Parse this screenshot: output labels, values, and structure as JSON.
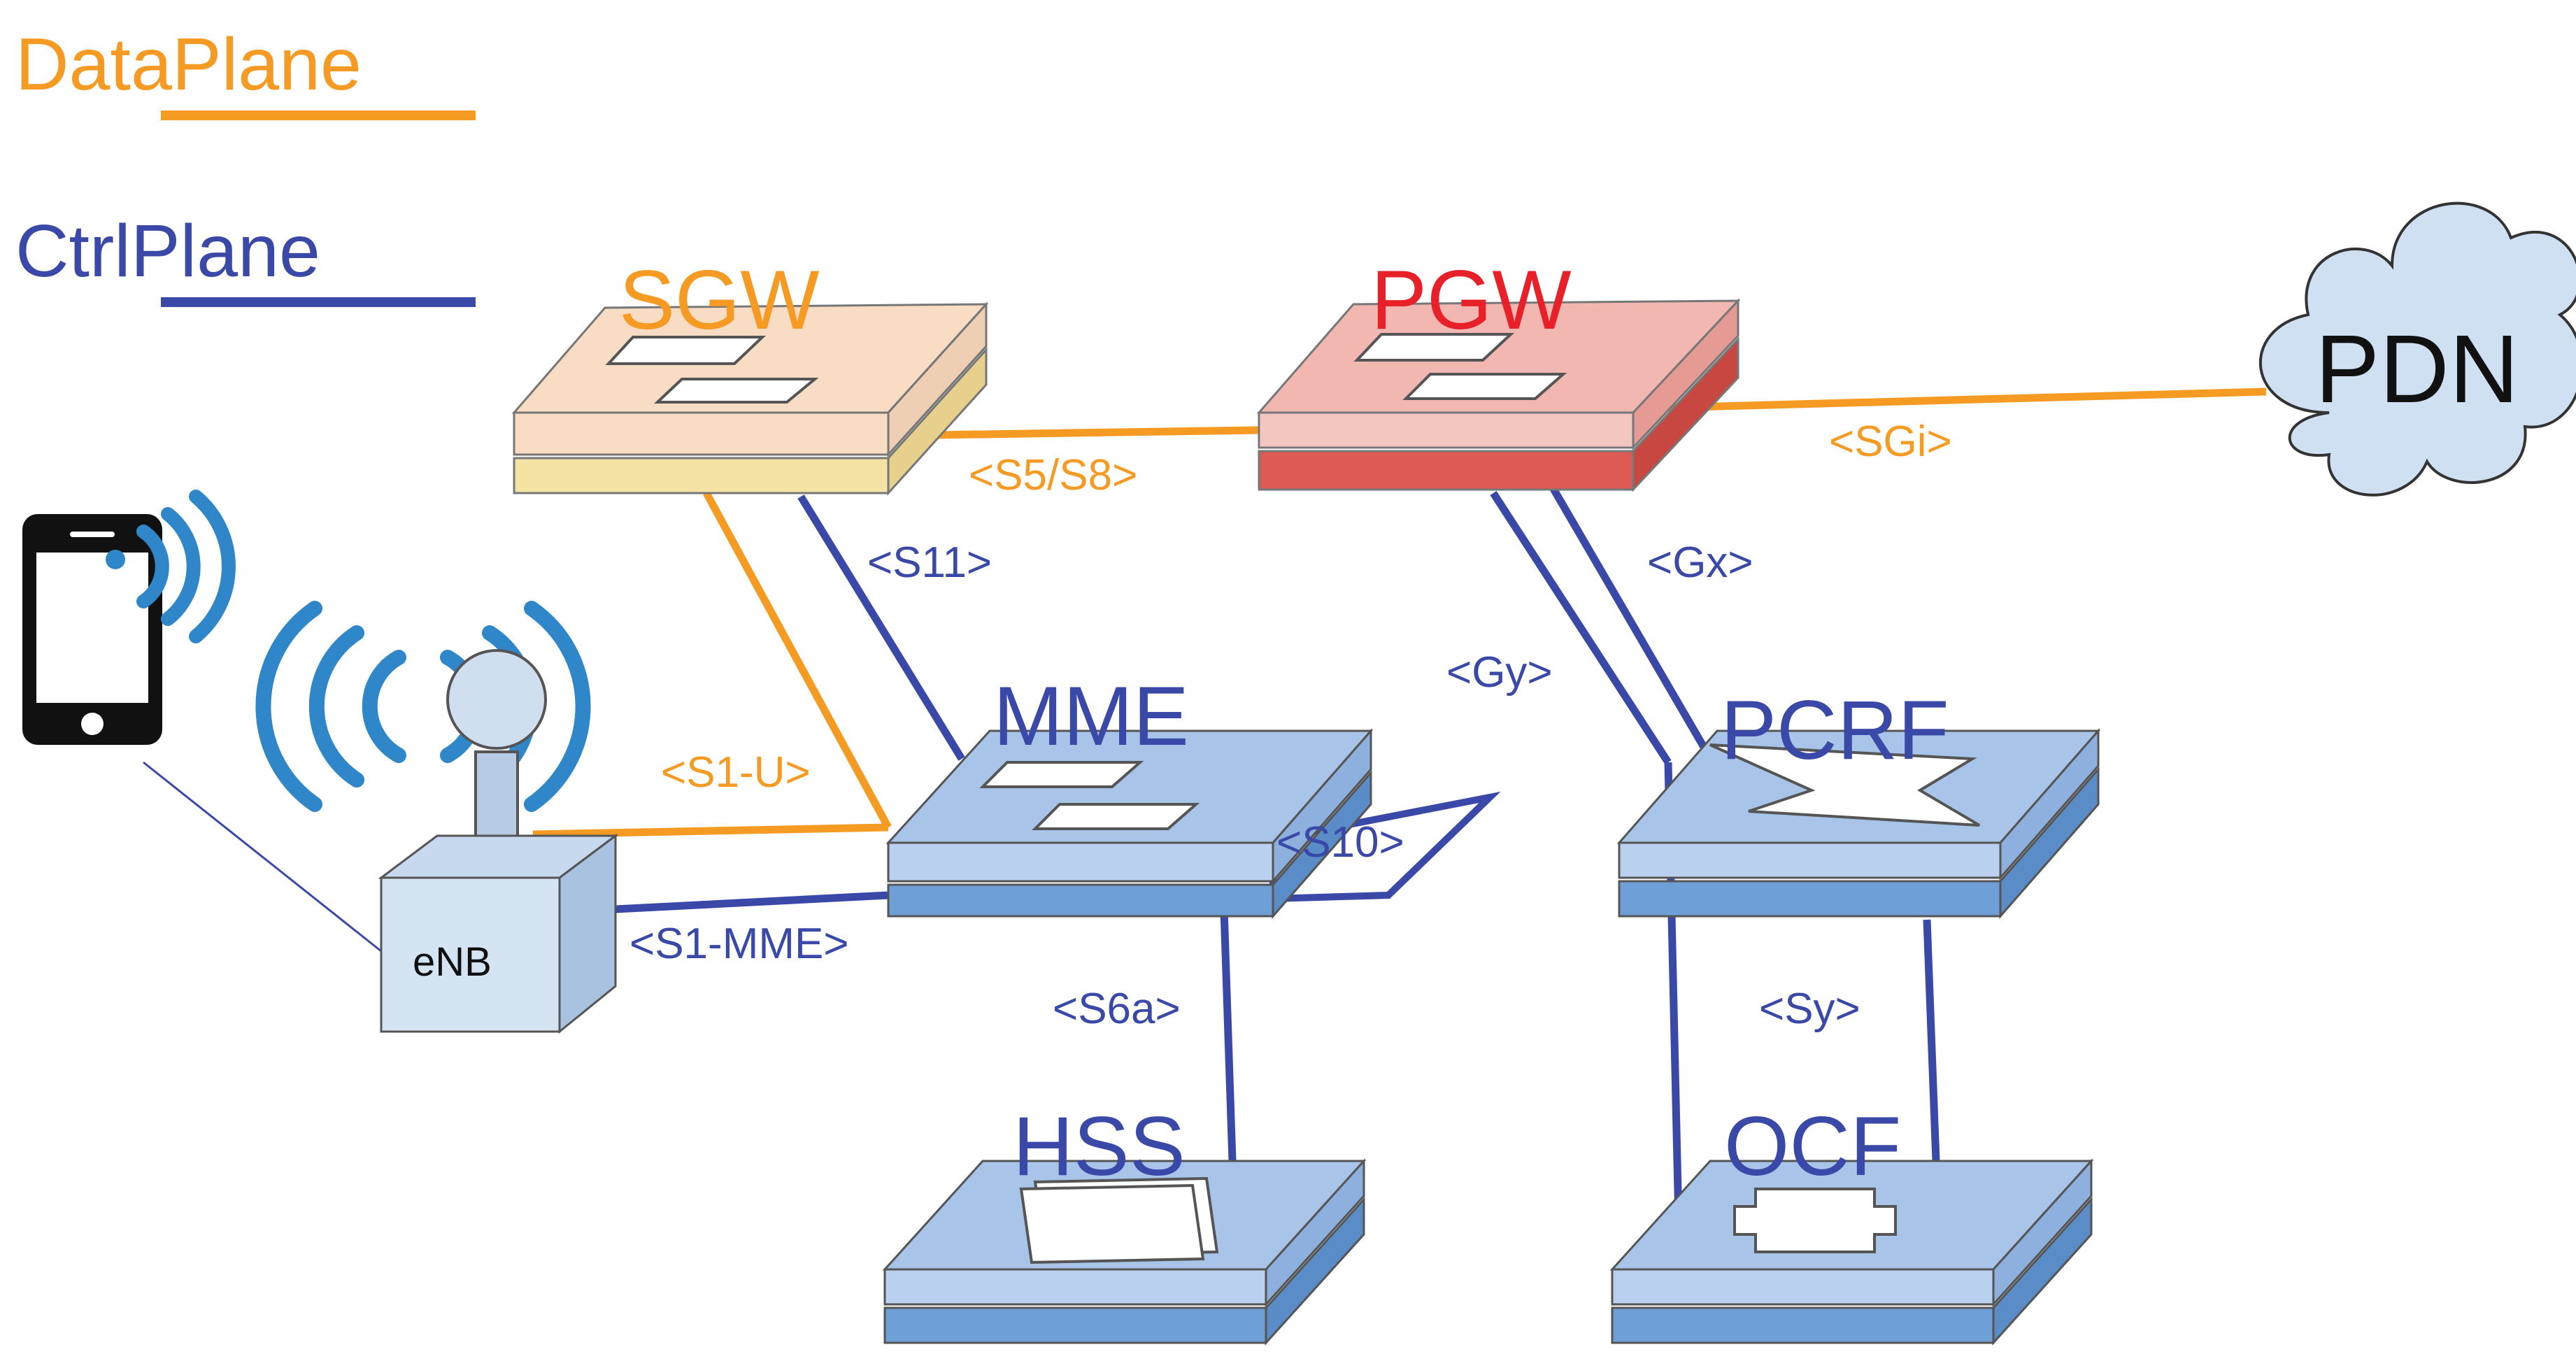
{
  "legend": {
    "data_plane": {
      "label": "DataPlane",
      "color": "#f59a23"
    },
    "ctrl_plane": {
      "label": "CtrlPlane",
      "color": "#3a48a8"
    }
  },
  "nodes": {
    "sgw": {
      "label": "SGW",
      "color": "#f59a23"
    },
    "pgw": {
      "label": "PGW",
      "color": "#e8202a"
    },
    "mme": {
      "label": "MME",
      "color": "#3a48a8"
    },
    "pcrf": {
      "label": "PCRF",
      "color": "#3a48a8"
    },
    "hss": {
      "label": "HSS",
      "color": "#3a48a8"
    },
    "ocf": {
      "label": "OCF",
      "color": "#3a48a8"
    },
    "pdn": {
      "label": "PDN"
    },
    "enb": {
      "label": "eNB"
    },
    "ue": {
      "icon": "smartphone-icon"
    }
  },
  "interfaces": {
    "s5_s8": "<S5/S8>",
    "sgi": "<SGi>",
    "s11": "<S11>",
    "gx": "<Gx>",
    "gy": "<Gy>",
    "s1_u": "<S1-U>",
    "s10": "<S10>",
    "s1_mme": "<S1-MME>",
    "s6a": "<S6a>",
    "sy": "<Sy>"
  },
  "colors": {
    "data_line": "#f59a23",
    "ctrl_line": "#3a48a8",
    "wireless": "#2f86c8",
    "sgw_fill": "#f8dcc4",
    "sgw_bottom": "#f5e3a4",
    "pgw_fill": "#f1b7b0",
    "pgw_bottom": "#dd5a55",
    "ctrl_fill": "#a8c4e8",
    "ctrl_bottom": "#6e9fd6",
    "cloud_fill": "#cfe0f2"
  }
}
